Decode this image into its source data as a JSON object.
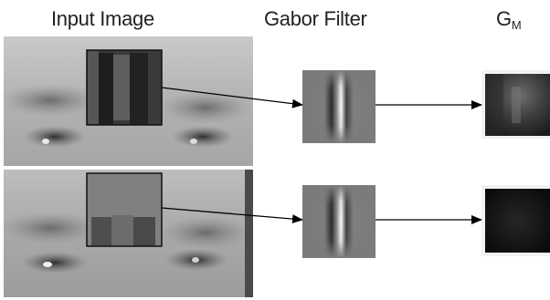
{
  "headers": {
    "input": "Input Image",
    "filter": "Gabor Filter",
    "output_main": "G",
    "output_sub": "M"
  },
  "rows": [
    {
      "id": "top",
      "output_tone": "bright"
    },
    {
      "id": "bottom",
      "output_tone": "dark"
    }
  ],
  "colors": {
    "arrow": "#000000",
    "crop_border": "#111111",
    "output_border": "#d0d0d0"
  }
}
